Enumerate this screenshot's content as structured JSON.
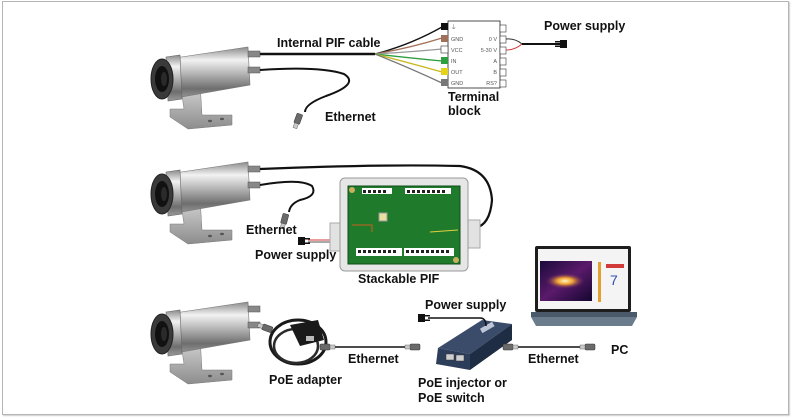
{
  "title": "Connection options diagram",
  "setups": [
    {
      "name": "internal-pif",
      "labels": {
        "cable": "Internal PIF cable",
        "ethernet": "Ethernet",
        "terminal_block": "Terminal block",
        "power_supply": "Power supply"
      },
      "terminal_block": {
        "left_pins": [
          "⏚",
          "GND",
          "VCC",
          "IN",
          "OUT",
          "GND"
        ],
        "right_pins": [
          "0 V",
          "5-30 V",
          "A",
          "B",
          "RS?"
        ],
        "wire_colors": [
          "#111111",
          "#a0715a",
          "#ffffff",
          "#2e9e3e",
          "#e5d21f",
          "#777777"
        ]
      }
    },
    {
      "name": "stackable-pif",
      "labels": {
        "ethernet": "Ethernet",
        "power_supply": "Power supply",
        "device": "Stackable PIF"
      }
    },
    {
      "name": "poe",
      "labels": {
        "adapter": "PoE adapter",
        "ethernet_left": "Ethernet",
        "power_supply": "Power supply",
        "injector_line1": "PoE injector or",
        "injector_line2": "PoE switch",
        "ethernet_right": "Ethernet",
        "pc": "PC"
      }
    }
  ],
  "colors": {
    "cable": "#111111",
    "pcb": "#1f7a2c",
    "enclosure": "#dcdcdc",
    "red_wire": "#d23a3a",
    "injector": "#2d3e5a",
    "laptop": "#4a5a6a"
  }
}
